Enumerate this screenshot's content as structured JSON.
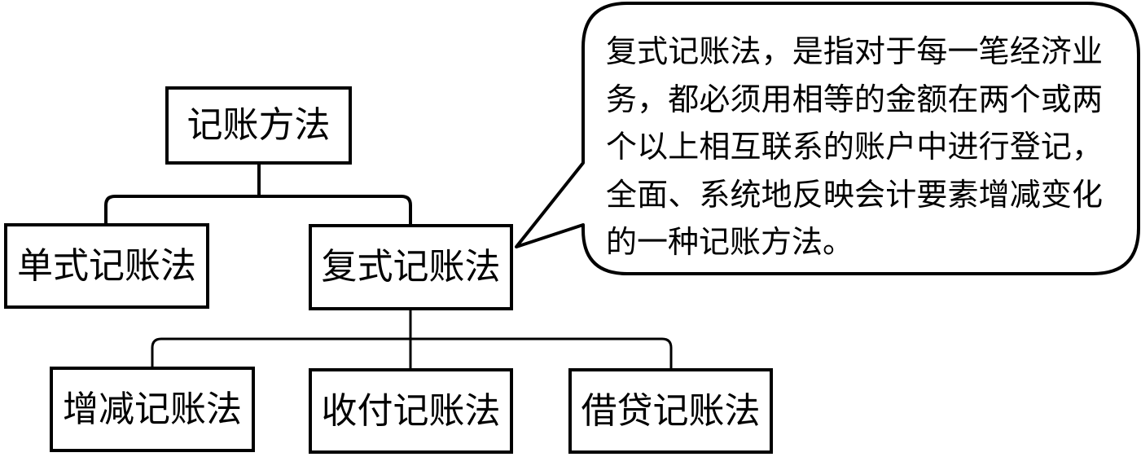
{
  "diagram": {
    "root": {
      "label": "记账方法"
    },
    "level1": [
      {
        "id": "single",
        "label": "单式记账法"
      },
      {
        "id": "double",
        "label": "复式记账法"
      }
    ],
    "level2": [
      {
        "id": "incdec",
        "label": "增减记账法"
      },
      {
        "id": "cash",
        "label": "收付记账法"
      },
      {
        "id": "debit",
        "label": "借贷记账法"
      }
    ],
    "callout": {
      "text": "复式记账法，是指对于每一笔经济业务，都必须用相等的金额在两个或两个以上相互联系的账户中进行登记，全面、系统地反映会计要素增减变化的一种记账方法。"
    }
  },
  "colors": {
    "stroke": "#000000",
    "background": "#ffffff"
  }
}
